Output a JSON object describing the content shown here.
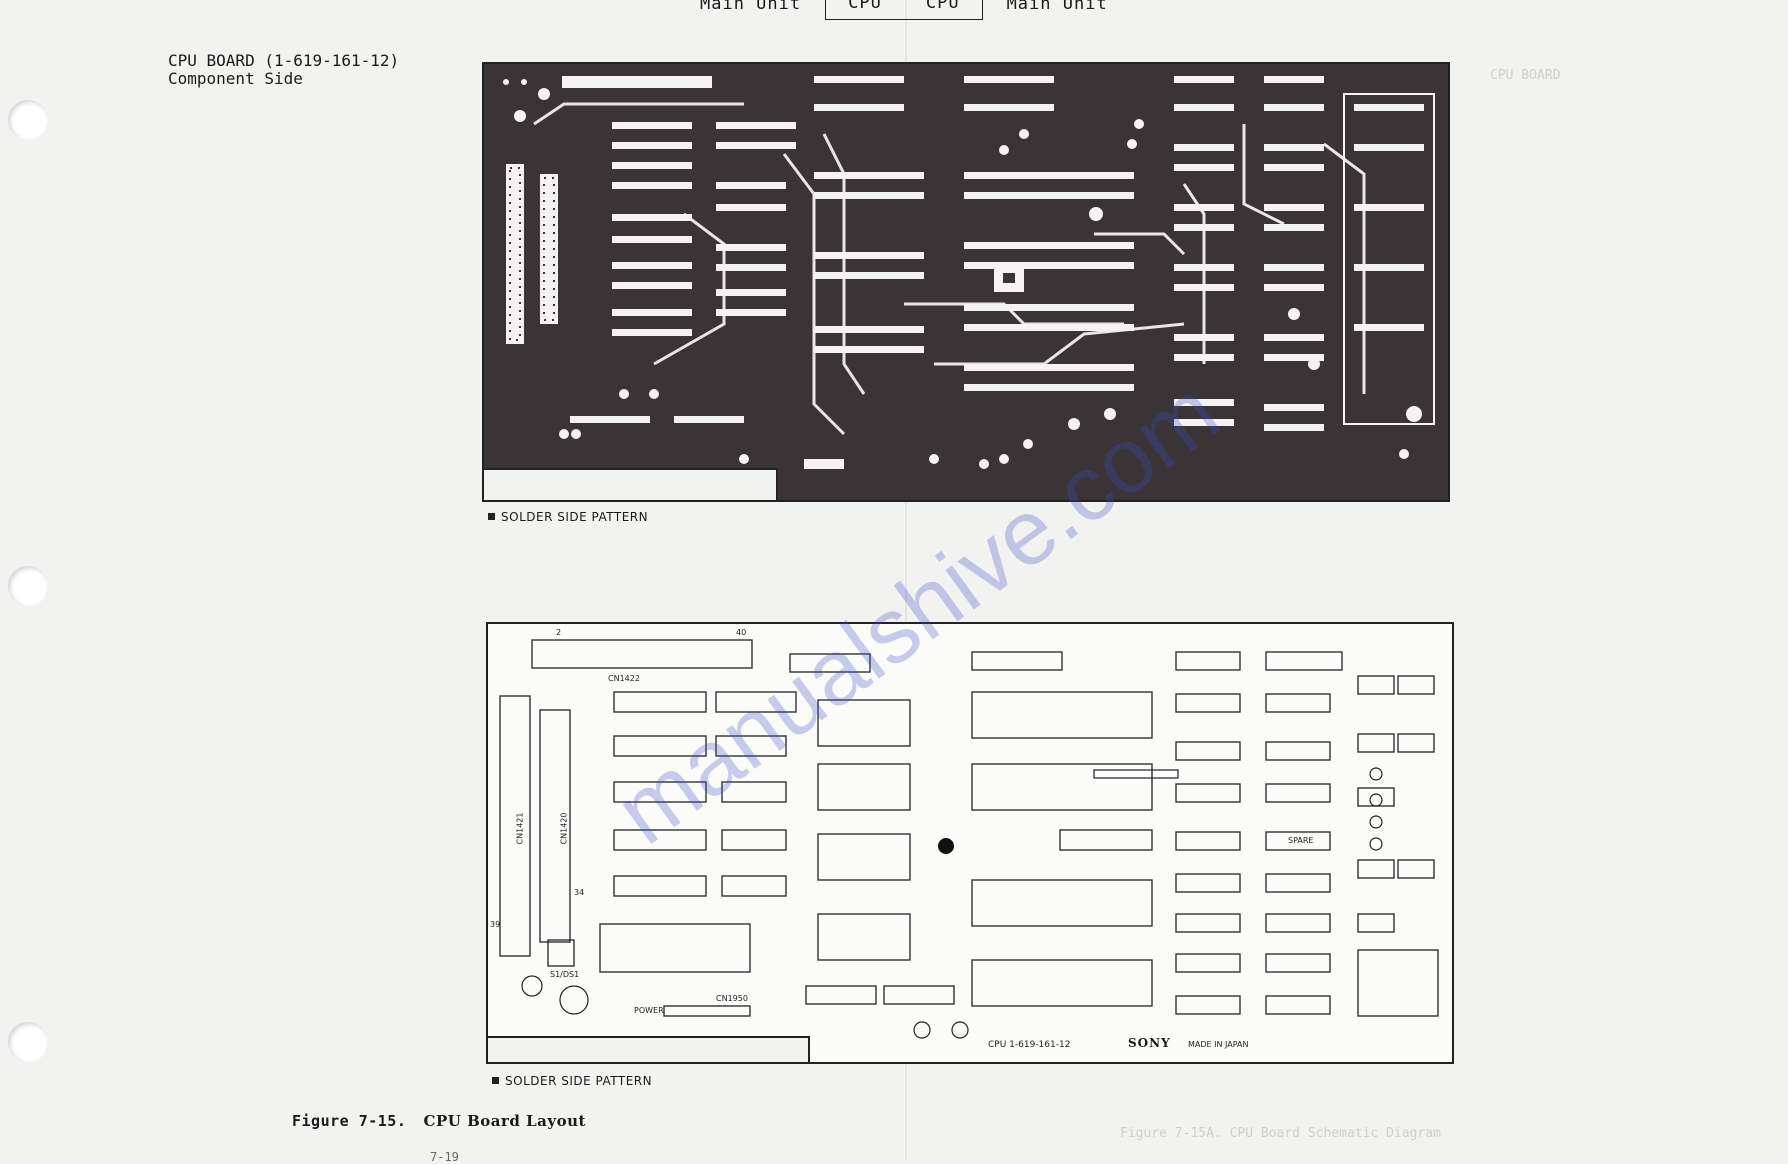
{
  "header": {
    "left_label": "Main Unit",
    "box_labels": [
      "CPU",
      "CPU"
    ],
    "right_label": "Main Unit"
  },
  "board_title": {
    "line1": "CPU BOARD (1-619-161-12)",
    "line2": "Component Side"
  },
  "top_board": {
    "caption": "SOLDER SIDE PATTERN"
  },
  "bottom_board": {
    "caption": "SOLDER SIDE PATTERN",
    "labels": {
      "part_no": "CPU 1-619-161-12",
      "brand": "SONY",
      "made_in": "MADE IN JAPAN",
      "power": "POWER",
      "spare": "SPARE",
      "connector_a": "CN1422",
      "connector_b": "CN1421",
      "connector_c": "CN1420",
      "connector_d": "CN1950",
      "switch": "S1/DS1",
      "pin_2": "2",
      "pin_40": "40",
      "pin_39": "39",
      "pin_34": "34"
    }
  },
  "figure_caption": {
    "number": "Figure 7-15.",
    "title": "CPU Board Layout"
  },
  "page_number": "7-19",
  "watermark": "manualshive.com",
  "ghost_texts": {
    "right_top": "CPU BOARD",
    "bottom_right": "Figure 7-15A. CPU Board Schematic Diagram"
  }
}
